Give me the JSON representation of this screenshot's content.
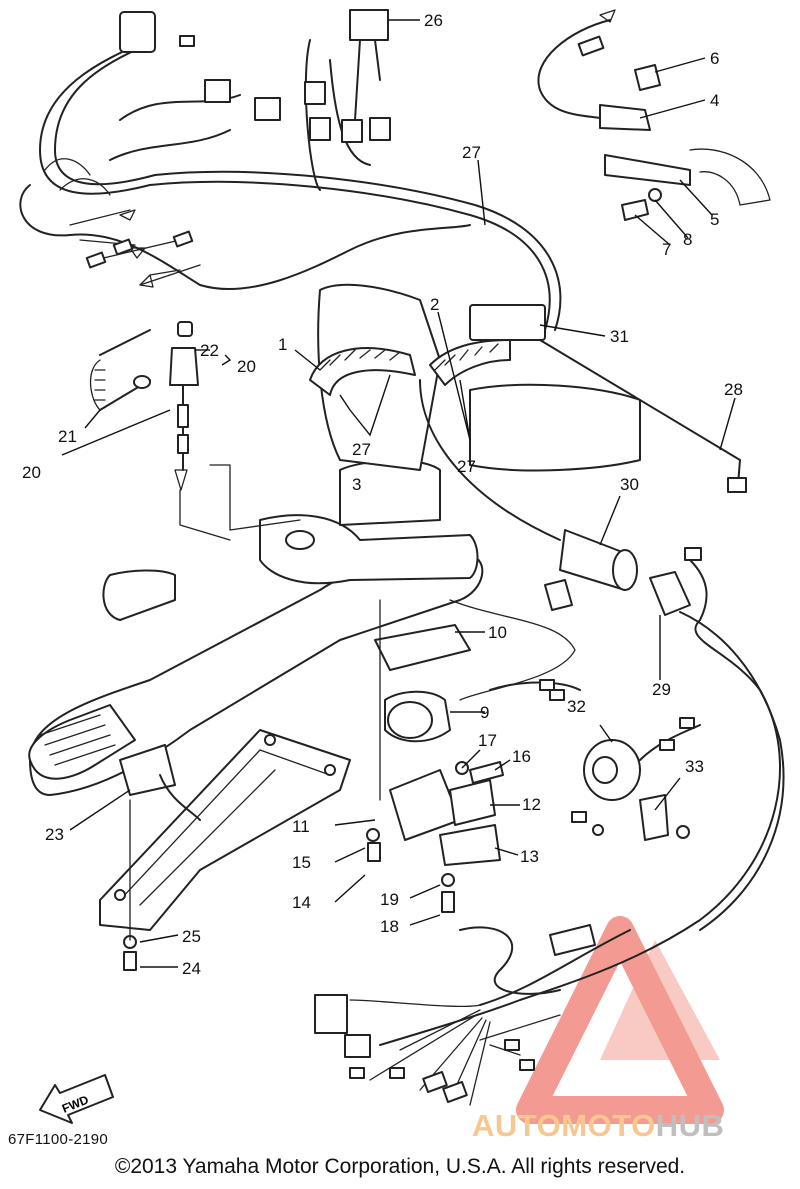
{
  "diagram": {
    "callouts": [
      {
        "id": "c1",
        "label": "1"
      },
      {
        "id": "c2",
        "label": "2"
      },
      {
        "id": "c3",
        "label": "3"
      },
      {
        "id": "c4",
        "label": "4"
      },
      {
        "id": "c5",
        "label": "5"
      },
      {
        "id": "c6",
        "label": "6"
      },
      {
        "id": "c7",
        "label": "7"
      },
      {
        "id": "c8",
        "label": "8"
      },
      {
        "id": "c9",
        "label": "9"
      },
      {
        "id": "c10",
        "label": "10"
      },
      {
        "id": "c11",
        "label": "11"
      },
      {
        "id": "c12",
        "label": "12"
      },
      {
        "id": "c13",
        "label": "13"
      },
      {
        "id": "c14",
        "label": "14"
      },
      {
        "id": "c15",
        "label": "15"
      },
      {
        "id": "c16",
        "label": "16"
      },
      {
        "id": "c17",
        "label": "17"
      },
      {
        "id": "c18",
        "label": "18"
      },
      {
        "id": "c19",
        "label": "19"
      },
      {
        "id": "c20a",
        "label": "20"
      },
      {
        "id": "c20b",
        "label": "20"
      },
      {
        "id": "c21",
        "label": "21"
      },
      {
        "id": "c22",
        "label": "22"
      },
      {
        "id": "c23",
        "label": "23"
      },
      {
        "id": "c24",
        "label": "24"
      },
      {
        "id": "c25",
        "label": "25"
      },
      {
        "id": "c26",
        "label": "26"
      },
      {
        "id": "c27a",
        "label": "27"
      },
      {
        "id": "c27b",
        "label": "27"
      },
      {
        "id": "c27c",
        "label": "27"
      },
      {
        "id": "c28",
        "label": "28"
      },
      {
        "id": "c29",
        "label": "29"
      },
      {
        "id": "c30",
        "label": "30"
      },
      {
        "id": "c31",
        "label": "31"
      },
      {
        "id": "c32",
        "label": "32"
      },
      {
        "id": "c33",
        "label": "33"
      }
    ],
    "fwd_label": "FWD"
  },
  "footer": {
    "part_code": "67F1100-2190",
    "copyright": "©2013 Yamaha Motor Corporation, U.S.A. All rights reserved."
  },
  "watermark": {
    "part1": "AUTOMOTO",
    "part2": "HUB",
    "colors": {
      "accent": "#f28a80",
      "accent_light": "#f6c890",
      "gray": "#bfbfbf"
    }
  }
}
